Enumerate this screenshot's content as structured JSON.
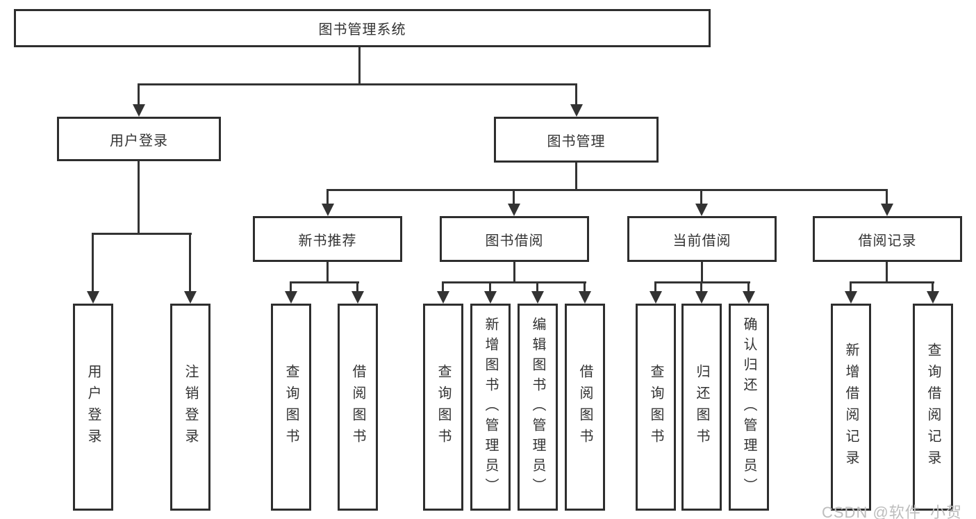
{
  "tree": {
    "root": {
      "label": "图书管理系统",
      "children": [
        {
          "label": "用户登录",
          "children": [
            {
              "label": "用户登录"
            },
            {
              "label": "注销登录"
            }
          ]
        },
        {
          "label": "图书管理",
          "children": [
            {
              "label": "新书推荐",
              "children": [
                {
                  "label": "查询图书"
                },
                {
                  "label": "借阅图书"
                }
              ]
            },
            {
              "label": "图书借阅",
              "children": [
                {
                  "label": "查询图书"
                },
                {
                  "label": "新增图书（管理员）"
                },
                {
                  "label": "编辑图书（管理员）"
                },
                {
                  "label": "借阅图书"
                }
              ]
            },
            {
              "label": "当前借阅",
              "children": [
                {
                  "label": "查询图书"
                },
                {
                  "label": "归还图书"
                },
                {
                  "label": "确认归还（管理员）"
                }
              ]
            },
            {
              "label": "借阅记录",
              "children": [
                {
                  "label": "新增借阅记录"
                },
                {
                  "label": "查询借阅记录"
                }
              ]
            }
          ]
        }
      ]
    }
  },
  "watermark": {
    "text": "CSDN @软件_小贺同学"
  },
  "colors": {
    "line": "#333333",
    "box_border": "#2e2e2e",
    "box_fill": "#ffffff",
    "text": "#333333",
    "watermark": "#bdbdbd",
    "background": "#ffffff"
  }
}
